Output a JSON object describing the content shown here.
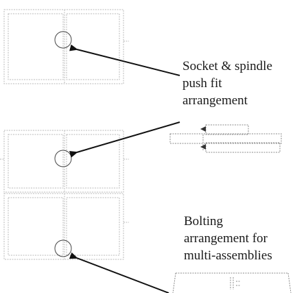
{
  "callouts": {
    "socket_spindle": {
      "lines": [
        "Socket & spindle",
        "push fit",
        "arrangement"
      ]
    },
    "bolting": {
      "lines": [
        "Bolting",
        "arrangement for",
        "multi-assemblies"
      ]
    }
  },
  "colors": {
    "drawing_line": "#b9b9b9",
    "detail_line": "#8a8a8a",
    "arrow": "#111111",
    "text": "#1a1a1a"
  }
}
